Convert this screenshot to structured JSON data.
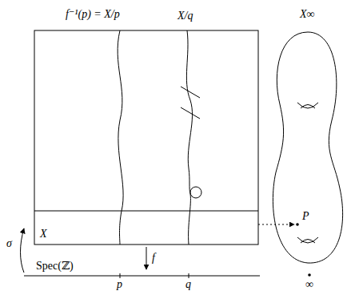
{
  "diagram": {
    "labels": [
      "f⁻¹(p) = X/p",
      "X/q",
      "X∞",
      "P",
      "X",
      "σ",
      "f",
      "Spec(ℤ)",
      "p",
      "q",
      "∞"
    ]
  }
}
